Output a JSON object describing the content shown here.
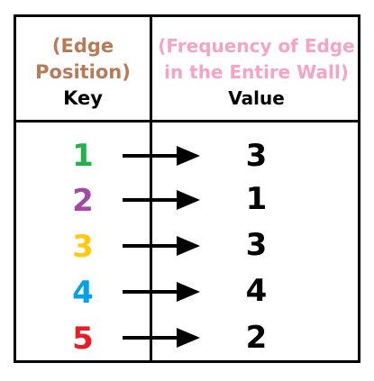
{
  "header": {
    "key_sub": "(Edge Position)",
    "key_sub_line1": "(Edge",
    "key_sub_line2": "Position)",
    "key_label": "Key",
    "value_sub_line1": "(Frequency of Edge",
    "value_sub_line2": "in the Entire Wall)",
    "value_label": "Value"
  },
  "rows": [
    {
      "key": "1",
      "value": "3",
      "key_color": "#22b14c"
    },
    {
      "key": "2",
      "value": "1",
      "key_color": "#a349a4"
    },
    {
      "key": "3",
      "value": "3",
      "key_color": "#ffc90e"
    },
    {
      "key": "4",
      "value": "4",
      "key_color": "#00a2e8"
    },
    {
      "key": "5",
      "value": "2",
      "key_color": "#ed1c24"
    }
  ],
  "colors": {
    "key_sub": "#b97a57",
    "value_sub": "#f5a3c7",
    "border": "#000000"
  }
}
